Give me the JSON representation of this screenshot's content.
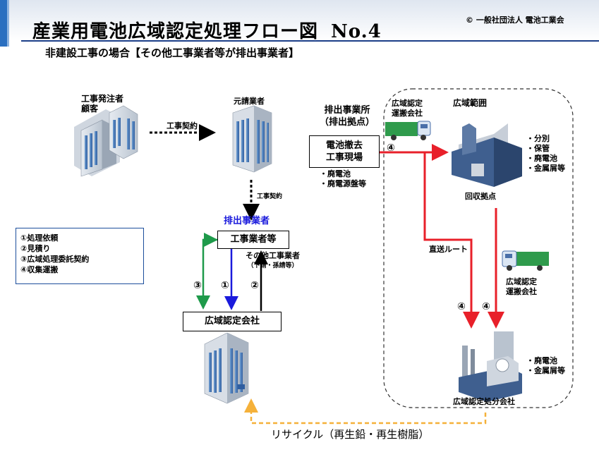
{
  "header": {
    "title": "産業用電池広域認定処理フロー図",
    "number": "No.4",
    "subtitle": "非建設工事の場合【その他工事業者等が排出事業者】",
    "copyright": "© 一般社団法人 電池工業会"
  },
  "nodes": {
    "customer_label": [
      "工事発注者",
      "顧客"
    ],
    "prime_contractor_label": "元請業者",
    "discharge_site_label": [
      "排出事業所",
      "（排出拠点）"
    ],
    "discharge_site_box": [
      "電池撤去",
      "工事現場"
    ],
    "discharge_items": [
      "・廃電池",
      "・廃電源盤等"
    ],
    "emitter_label": "排出事業者",
    "contractor_box": "工事業者等",
    "contractor_note": [
      "その他工事業者",
      "（下請・孫請等）"
    ],
    "certified_company_box": "広域認定会社",
    "transport_label_top": [
      "広域認定",
      "運搬会社"
    ],
    "transport_label_right": [
      "広域認定",
      "運搬会社"
    ],
    "area_label": "広域範囲",
    "collection_items": [
      "・分別",
      "・保管",
      "・廃電池",
      "・金属屑等"
    ],
    "collection_label": "回収拠点",
    "disposal_items": [
      "・廃電池",
      "・金属屑等"
    ],
    "disposal_label": "広域認定処分会社"
  },
  "edges": {
    "contract_1": "工事契約",
    "contract_2": "工事契約",
    "direct_route": "直送ルート",
    "num_1": "①",
    "num_2": "②",
    "num_3": "③",
    "num_4a": "④",
    "num_4b": "④",
    "num_4c": "④",
    "recycle": "リサイクル（再生鉛・再生樹脂）"
  },
  "legend": {
    "items": [
      "①処理依頼",
      "②見積り",
      "③広域処理委託契約",
      "④収集運搬"
    ]
  },
  "colors": {
    "red": "#e8202a",
    "green": "#1e9a4a",
    "blue": "#1a1adc",
    "orange": "#f5b13a",
    "emitter_text": "#1a1adc",
    "header_stripe": "#2a6fc0"
  }
}
